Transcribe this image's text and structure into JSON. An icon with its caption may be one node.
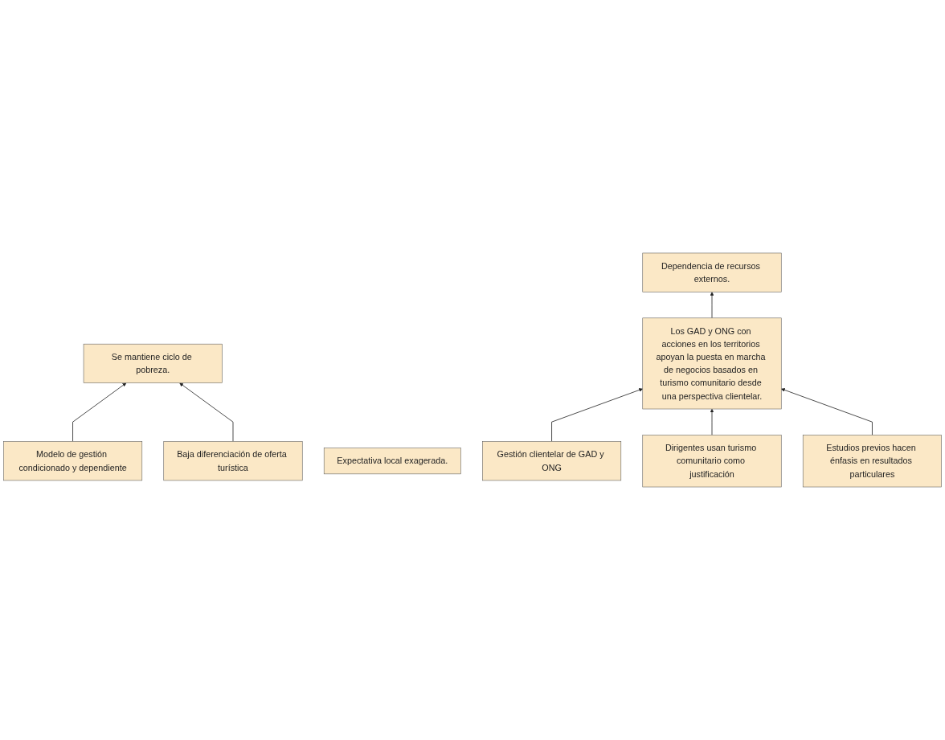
{
  "diagram": {
    "nodes": [
      {
        "text": [
          "Modelo de gestión condicionado y dependiente"
        ]
      },
      {
        "text": [
          "Se mantiene ciclo de pobreza."
        ]
      },
      {
        "text": [
          "Dependencia de recursos externos."
        ]
      },
      {
        "text": [
          "Baja diferenciación de oferta turística"
        ]
      },
      {
        "text": [
          "Expectativa local exagerada."
        ]
      },
      {
        "text": [
          "Los GAD y ONG con acciones en los territorios apoyan la puesta en marcha de negocios basados en turismo comunitario desde una perspectiva clientelar."
        ]
      },
      {
        "text": [
          "Gestión clientelar de GAD y ONG"
        ]
      },
      {
        "text": [
          "Dirigentes usan turismo comunitario como justificación"
        ]
      },
      {
        "text": [
          "Estudios previos hacen énfasis en resultados particulares"
        ]
      }
    ],
    "edges": [
      {
        "from": 0,
        "to": 1,
        "arrow": "to"
      },
      {
        "from": 3,
        "to": 1,
        "arrow": "to"
      },
      {
        "from": 5,
        "to": 2,
        "arrow": "to"
      },
      {
        "from": 6,
        "to": 5,
        "arrow": "to"
      },
      {
        "from": 7,
        "to": 5,
        "arrow": "to"
      },
      {
        "from": 8,
        "to": 5,
        "arrow": "to"
      }
    ]
  }
}
